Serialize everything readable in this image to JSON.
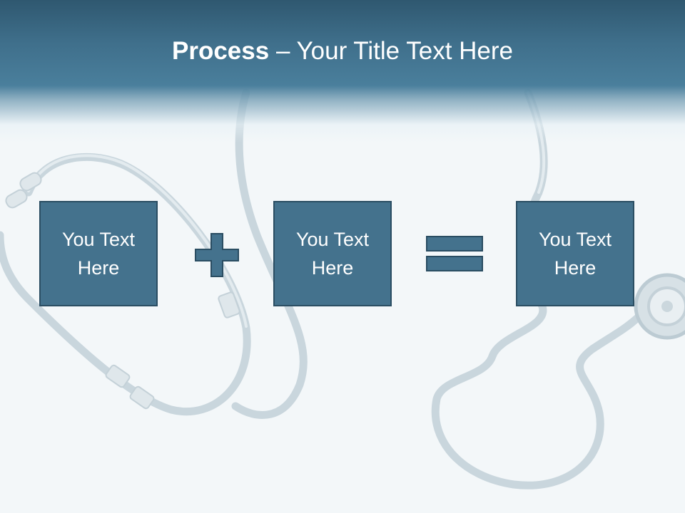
{
  "title": {
    "bold": "Process",
    "rest": " – Your Title Text Here"
  },
  "steps": [
    {
      "text": "You Text Here"
    },
    {
      "text": "You Text Here"
    },
    {
      "text": "You Text Here"
    }
  ],
  "operators": [
    "plus",
    "equals"
  ],
  "colors": {
    "header": "#3f6f8b",
    "box_fill": "#44728d",
    "box_border": "#2a4d62",
    "background": "#f3f7f9"
  }
}
